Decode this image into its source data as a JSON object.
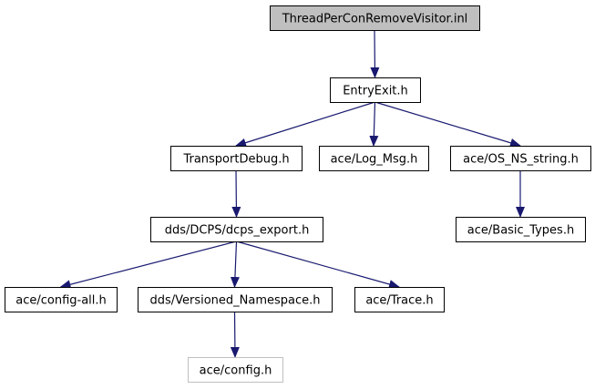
{
  "colors": {
    "edge": "#191970",
    "root_fill": "#bfbfbf",
    "node_border": "#000000",
    "missing_border": "#bfbfbf",
    "node_fill": "#ffffff"
  },
  "nodes": [
    {
      "id": "root",
      "label": "ThreadPerConRemoveVisitor.inl",
      "kind": "root"
    },
    {
      "id": "entryexit",
      "label": "EntryExit.h",
      "kind": "normal"
    },
    {
      "id": "transportdebug",
      "label": "TransportDebug.h",
      "kind": "normal"
    },
    {
      "id": "logmsg",
      "label": "ace/Log_Msg.h",
      "kind": "normal"
    },
    {
      "id": "osns",
      "label": "ace/OS_NS_string.h",
      "kind": "normal"
    },
    {
      "id": "dcpsexport",
      "label": "dds/DCPS/dcps_export.h",
      "kind": "normal"
    },
    {
      "id": "basictypes",
      "label": "ace/Basic_Types.h",
      "kind": "normal"
    },
    {
      "id": "configall",
      "label": "ace/config-all.h",
      "kind": "normal"
    },
    {
      "id": "versioned",
      "label": "dds/Versioned_Namespace.h",
      "kind": "normal"
    },
    {
      "id": "trace",
      "label": "ace/Trace.h",
      "kind": "normal"
    },
    {
      "id": "config",
      "label": "ace/config.h",
      "kind": "missing"
    }
  ],
  "edges": [
    {
      "from": "root",
      "to": "entryexit"
    },
    {
      "from": "entryexit",
      "to": "transportdebug"
    },
    {
      "from": "entryexit",
      "to": "logmsg"
    },
    {
      "from": "entryexit",
      "to": "osns"
    },
    {
      "from": "transportdebug",
      "to": "dcpsexport"
    },
    {
      "from": "osns",
      "to": "basictypes"
    },
    {
      "from": "dcpsexport",
      "to": "configall"
    },
    {
      "from": "dcpsexport",
      "to": "versioned"
    },
    {
      "from": "dcpsexport",
      "to": "trace"
    },
    {
      "from": "versioned",
      "to": "config"
    }
  ]
}
